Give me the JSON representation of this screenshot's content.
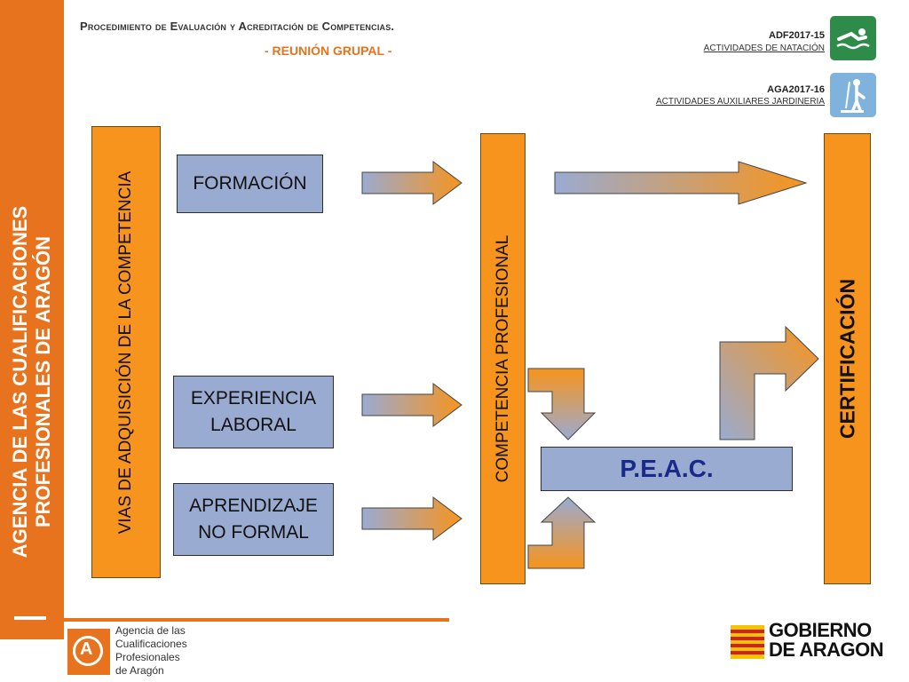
{
  "header": {
    "title": "Procedimiento de Evaluación y Acreditación de Competencias.",
    "subtitle": "- REUNIÓN GRUPAL -"
  },
  "qualifications": [
    {
      "code": "ADF2017-15",
      "activity": "ACTIVIDADES DE NATACIÓN",
      "icon": "swimmer-icon",
      "color": "#2e8b4a"
    },
    {
      "code": "AGA2017-16",
      "activity": "ACTIVIDADES AUXILIARES JARDINERIA",
      "icon": "gardener-icon",
      "color": "#7fb2dc"
    }
  ],
  "sidebar": {
    "text": "AGENCIA DE LAS CUALIFICACIONES\nPROFESIONALES DE ARAGÓN"
  },
  "diagram": {
    "vias": "VIAS DE ADQUISICIÓN DE LA COMPETENCIA",
    "formacion": "FORMACIÓN",
    "experiencia": "EXPERIENCIA\nLABORAL",
    "aprendizaje": "APRENDIZAJE\nNO FORMAL",
    "competencia": "COMPETENCIA PROFESIONAL",
    "peac": "P.E.A.C.",
    "certificacion": "CERTIFICACIÓN"
  },
  "footer": {
    "agency": "Agencia de las\nCualificaciones\nProfesionales\nde Aragón",
    "government": "GOBIERNO\nDE ARAGON"
  },
  "colors": {
    "orange": "#f7941d",
    "accent": "#e8731e",
    "blue": "#9aabd1"
  }
}
